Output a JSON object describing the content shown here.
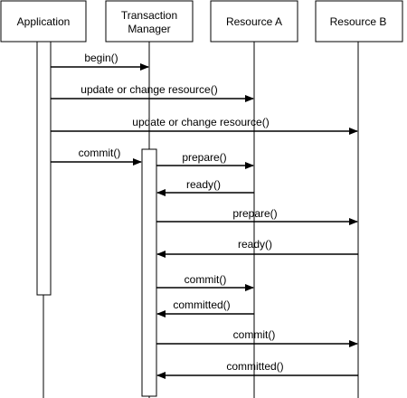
{
  "participants": [
    {
      "id": "app",
      "lines": [
        "Application"
      ]
    },
    {
      "id": "tm",
      "lines": [
        "Transaction",
        "Manager"
      ]
    },
    {
      "id": "resA",
      "lines": [
        "Resource A"
      ]
    },
    {
      "id": "resB",
      "lines": [
        "Resource B"
      ]
    }
  ],
  "messages": [
    {
      "from": "app",
      "to": "tm",
      "label": "begin()"
    },
    {
      "from": "app",
      "to": "resA",
      "label": "update or change resource()"
    },
    {
      "from": "app",
      "to": "resB",
      "label": "update or change resource()"
    },
    {
      "from": "app",
      "to": "tm",
      "label": "commit()"
    },
    {
      "from": "tm",
      "to": "resA",
      "label": "prepare()"
    },
    {
      "from": "resA",
      "to": "tm",
      "label": "ready()"
    },
    {
      "from": "tm",
      "to": "resB",
      "label": "prepare()"
    },
    {
      "from": "resB",
      "to": "tm",
      "label": "ready()"
    },
    {
      "from": "tm",
      "to": "resA",
      "label": "commit()"
    },
    {
      "from": "resA",
      "to": "tm",
      "label": "committed()"
    },
    {
      "from": "tm",
      "to": "resB",
      "label": "commit()"
    },
    {
      "from": "resB",
      "to": "tm",
      "label": "committed()"
    }
  ]
}
